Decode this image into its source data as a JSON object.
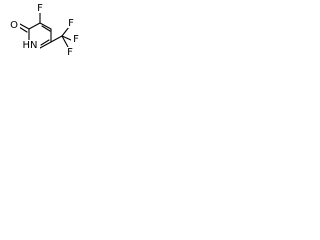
{
  "molecule": {
    "labels": {
      "fluoro_top": "F",
      "oxygen": "O",
      "nh": "HN",
      "cf3_f_top": "F",
      "cf3_f_right": "F",
      "cf3_f_bottom": "F"
    },
    "colors": {
      "bond": "#000000",
      "text": "#000000",
      "background": "#ffffff"
    }
  }
}
